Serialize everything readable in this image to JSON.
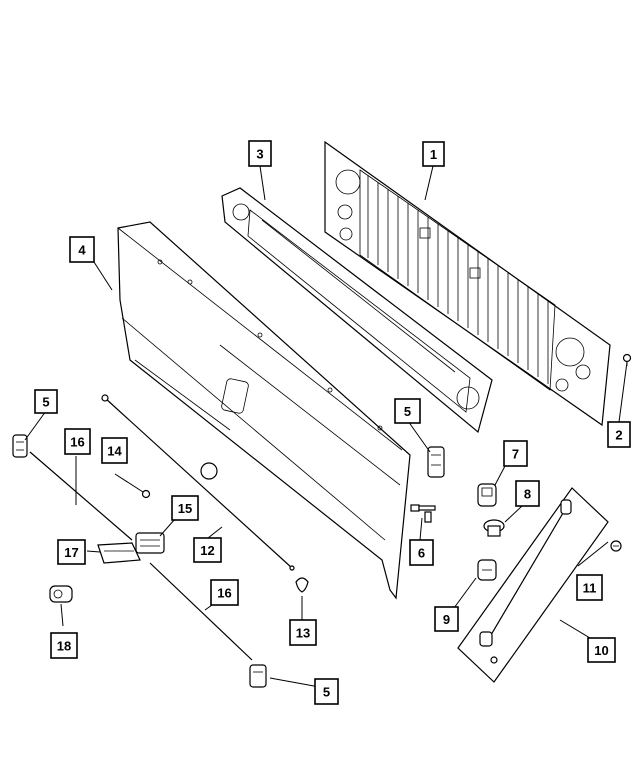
{
  "callouts": [
    {
      "id": "c1",
      "label": "1"
    },
    {
      "id": "c2",
      "label": "2"
    },
    {
      "id": "c3",
      "label": "3"
    },
    {
      "id": "c4",
      "label": "4"
    },
    {
      "id": "c5a",
      "label": "5"
    },
    {
      "id": "c5b",
      "label": "5"
    },
    {
      "id": "c5c",
      "label": "5"
    },
    {
      "id": "c6",
      "label": "6"
    },
    {
      "id": "c7",
      "label": "7"
    },
    {
      "id": "c8",
      "label": "8"
    },
    {
      "id": "c9",
      "label": "9"
    },
    {
      "id": "c10",
      "label": "10"
    },
    {
      "id": "c11",
      "label": "11"
    },
    {
      "id": "c12",
      "label": "12"
    },
    {
      "id": "c13",
      "label": "13"
    },
    {
      "id": "c14",
      "label": "14"
    },
    {
      "id": "c15",
      "label": "15"
    },
    {
      "id": "c16a",
      "label": "16"
    },
    {
      "id": "c16b",
      "label": "16"
    },
    {
      "id": "c17",
      "label": "17"
    },
    {
      "id": "c18",
      "label": "18"
    }
  ]
}
